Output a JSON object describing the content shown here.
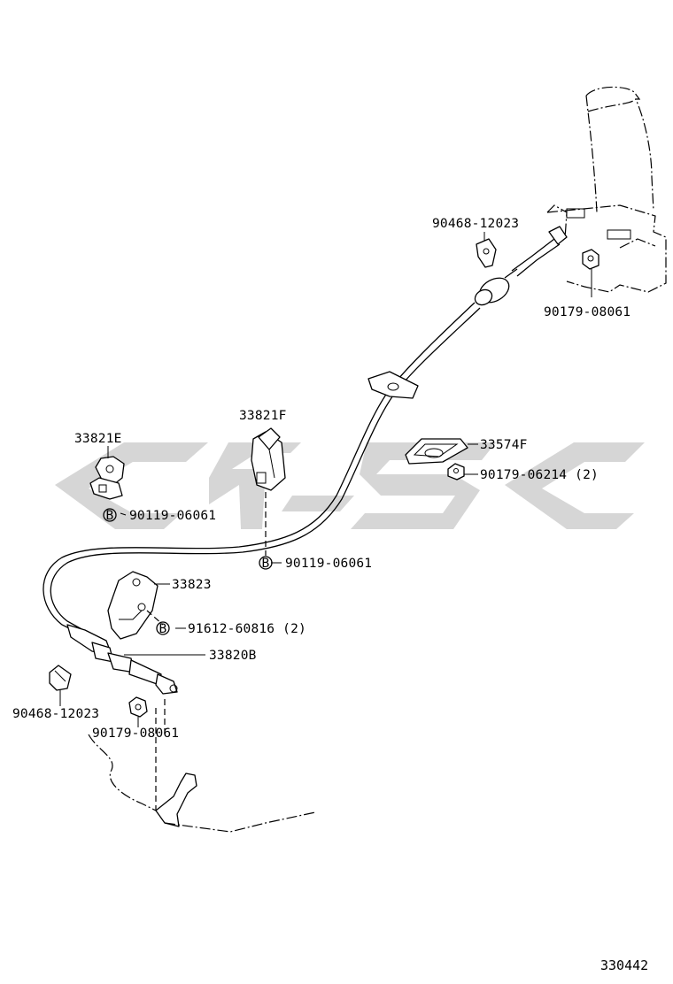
{
  "diagram": {
    "figure_number": "330442",
    "watermark_text": "CMSC",
    "labels": {
      "part_90468_12023_top": "90468-12023",
      "part_90179_08061_top": "90179-08061",
      "part_33821F": "33821F",
      "part_33574F": "33574F",
      "part_90179_06214": "90179-06214 (2)",
      "part_33821E": "33821E",
      "part_90119_06061_left": "90119-06061",
      "part_90119_06061_mid": "90119-06061",
      "part_33823": "33823",
      "part_91612_60816": "91612-60816 (2)",
      "part_33820B": "33820B",
      "part_90468_12023_bottom": "90468-12023",
      "part_90179_08061_bottom": "90179-08061"
    },
    "bolt_marker_letter": "B"
  }
}
